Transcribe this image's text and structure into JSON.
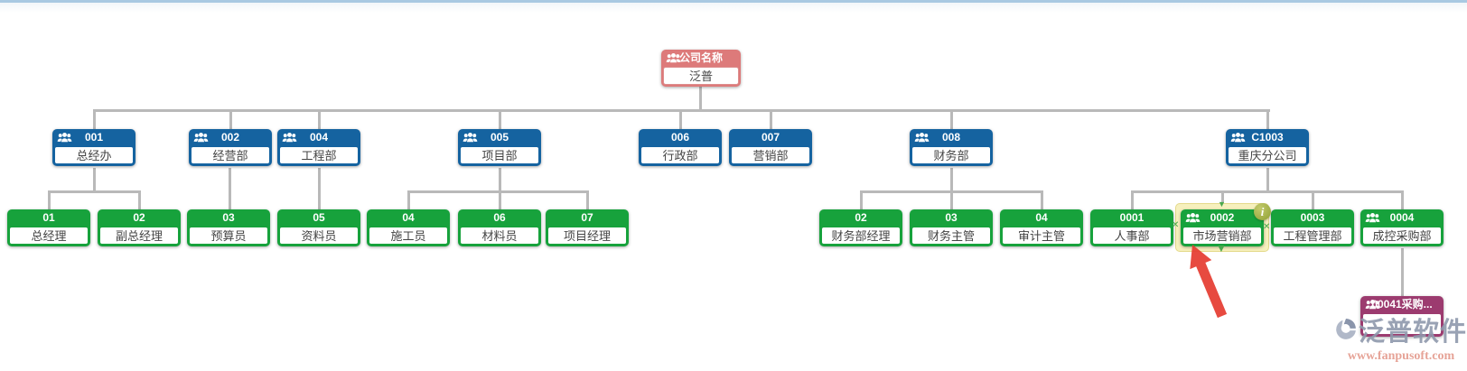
{
  "page": {
    "top_accent_color": "#a9c9e2"
  },
  "nodes": {
    "root": {
      "code": "公司名称",
      "name": "泛普"
    },
    "d001": {
      "code": "001",
      "name": "总经办"
    },
    "d002": {
      "code": "002",
      "name": "经营部"
    },
    "d004": {
      "code": "004",
      "name": "工程部"
    },
    "d005": {
      "code": "005",
      "name": "项目部"
    },
    "d006": {
      "code": "006",
      "name": "行政部"
    },
    "d007": {
      "code": "007",
      "name": "营销部"
    },
    "d008": {
      "code": "008",
      "name": "财务部"
    },
    "c1003": {
      "code": "C1003",
      "name": "重庆分公司"
    },
    "p01": {
      "code": "01",
      "name": "总经理"
    },
    "p02": {
      "code": "02",
      "name": "副总经理"
    },
    "p03": {
      "code": "03",
      "name": "预算员"
    },
    "p05": {
      "code": "05",
      "name": "资料员"
    },
    "p04": {
      "code": "04",
      "name": "施工员"
    },
    "p06": {
      "code": "06",
      "name": "材料员"
    },
    "p07": {
      "code": "07",
      "name": "项目经理"
    },
    "f02": {
      "code": "02",
      "name": "财务部经理"
    },
    "f03": {
      "code": "03",
      "name": "财务主管"
    },
    "f04": {
      "code": "04",
      "name": "审计主管"
    },
    "s0001": {
      "code": "0001",
      "name": "人事部"
    },
    "s0002": {
      "code": "0002",
      "name": "市场营销部"
    },
    "s0003": {
      "code": "0003",
      "name": "工程管理部"
    },
    "s0004": {
      "code": "0004",
      "name": "成控采购部"
    },
    "s00041": {
      "code": "00041采购...",
      "name": ""
    }
  },
  "selection": {
    "node": "0002",
    "info_badge": "i"
  },
  "watermark": {
    "brand": "泛普软件",
    "url": "www.fanpusoft.com"
  },
  "colors": {
    "company_header": "#dd7a7a",
    "department_header": "#1563a0",
    "sub_department_header": "#17a23c",
    "branch_sub_header": "#9c3b6f",
    "connector": "#b9b9b9",
    "highlight_bg": "#f6f0bd",
    "highlight_border": "#e4d98a",
    "annotation_arrow": "#e53c31"
  }
}
